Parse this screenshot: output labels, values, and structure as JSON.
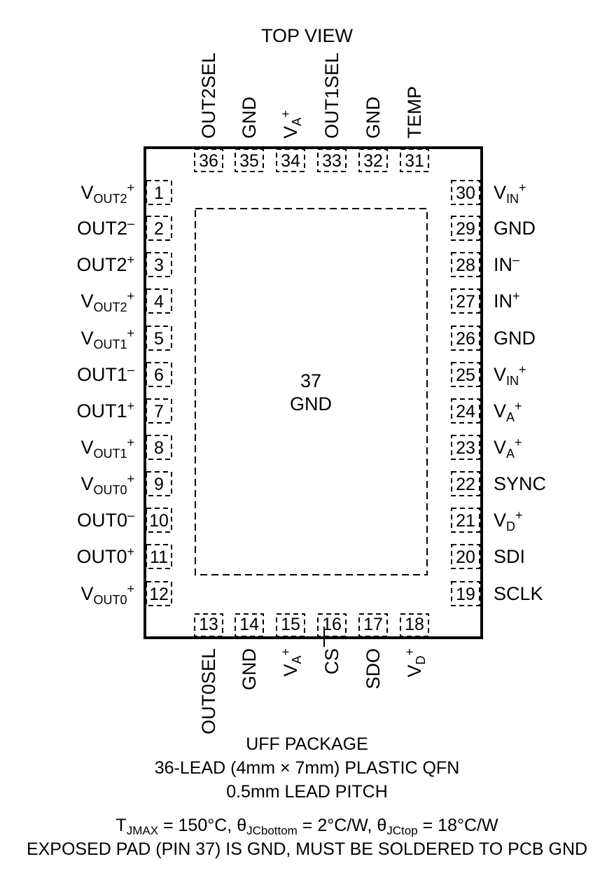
{
  "title": "TOP VIEW",
  "exposed_pad": {
    "pin": "37",
    "label": "GND"
  },
  "pins": {
    "top": [
      {
        "pin": "36",
        "label": "OUT2SEL"
      },
      {
        "pin": "35",
        "label": "GND"
      },
      {
        "pin": "34",
        "label": "V",
        "sub": "A",
        "sup": "+"
      },
      {
        "pin": "33",
        "label": "OUT1SEL"
      },
      {
        "pin": "32",
        "label": "GND"
      },
      {
        "pin": "31",
        "label": "TEMP"
      }
    ],
    "left": [
      {
        "pin": "1",
        "label": "V",
        "sub": "OUT2",
        "sup": "+"
      },
      {
        "pin": "2",
        "label": "OUT2",
        "sup": "–"
      },
      {
        "pin": "3",
        "label": "OUT2",
        "sup": "+"
      },
      {
        "pin": "4",
        "label": "V",
        "sub": "OUT2",
        "sup": "+"
      },
      {
        "pin": "5",
        "label": "V",
        "sub": "OUT1",
        "sup": "+"
      },
      {
        "pin": "6",
        "label": "OUT1",
        "sup": "–"
      },
      {
        "pin": "7",
        "label": "OUT1",
        "sup": "+"
      },
      {
        "pin": "8",
        "label": "V",
        "sub": "OUT1",
        "sup": "+"
      },
      {
        "pin": "9",
        "label": "V",
        "sub": "OUT0",
        "sup": "+"
      },
      {
        "pin": "10",
        "label": "OUT0",
        "sup": "–"
      },
      {
        "pin": "11",
        "label": "OUT0",
        "sup": "+"
      },
      {
        "pin": "12",
        "label": "V",
        "sub": "OUT0",
        "sup": "+"
      }
    ],
    "right": [
      {
        "pin": "30",
        "label": "V",
        "sub": "IN",
        "sup": "+"
      },
      {
        "pin": "29",
        "label": "GND"
      },
      {
        "pin": "28",
        "label": "IN",
        "sup": "–"
      },
      {
        "pin": "27",
        "label": "IN",
        "sup": "+"
      },
      {
        "pin": "26",
        "label": "GND"
      },
      {
        "pin": "25",
        "label": "V",
        "sub": "IN",
        "sup": "+"
      },
      {
        "pin": "24",
        "label": "V",
        "sub": "A",
        "sup": "+"
      },
      {
        "pin": "23",
        "label": "V",
        "sub": "A",
        "sup": "+"
      },
      {
        "pin": "22",
        "label": "SYNC"
      },
      {
        "pin": "21",
        "label": "V",
        "sub": "D",
        "sup": "+"
      },
      {
        "pin": "20",
        "label": "SDI"
      },
      {
        "pin": "19",
        "label": "SCLK"
      }
    ],
    "bottom": [
      {
        "pin": "13",
        "label": "OUT0SEL"
      },
      {
        "pin": "14",
        "label": "GND"
      },
      {
        "pin": "15",
        "label": "V",
        "sub": "A",
        "sup": "+"
      },
      {
        "pin": "16",
        "label": "CS",
        "overline": true
      },
      {
        "pin": "17",
        "label": "SDO"
      },
      {
        "pin": "18",
        "label": "V",
        "sub": "D",
        "sup": "+"
      }
    ]
  },
  "package": {
    "line1": "UFF PACKAGE",
    "line2": "36-LEAD (4mm × 7mm) PLASTIC QFN",
    "line3": "0.5mm LEAD PITCH"
  },
  "thermal": {
    "t_sym": "T",
    "t_sub": "JMAX",
    "t_val": " = 150°C, ",
    "th1_sym": "θ",
    "th1_sub": "JCbottom",
    "th1_val": " = 2°C/W, ",
    "th2_sym": "θ",
    "th2_sub": "JCtop",
    "th2_val": " = 18°C/W"
  },
  "note": "EXPOSED PAD (PIN 37) IS GND, MUST BE SOLDERED TO PCB GND"
}
